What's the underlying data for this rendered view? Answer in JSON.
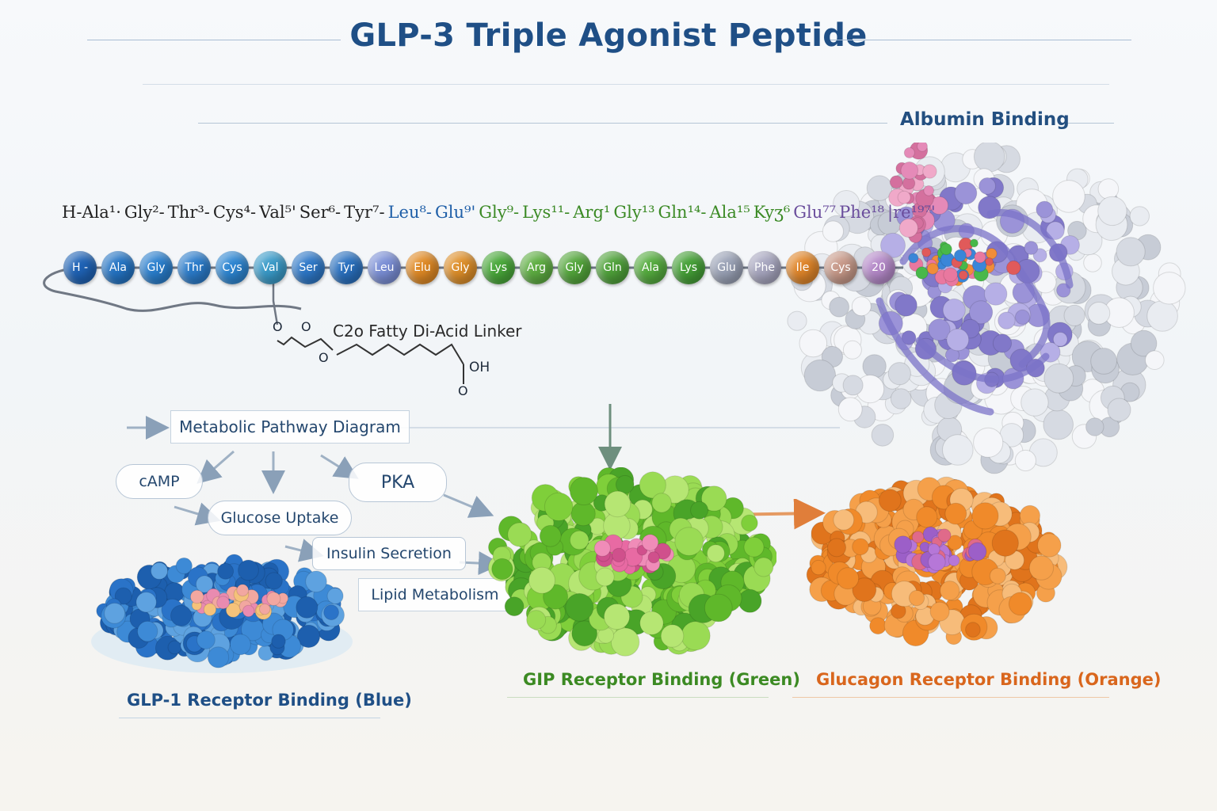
{
  "title": "GLP-3 Triple Agonist Peptide",
  "albumin_label": "Albumin Binding",
  "sequence_text": [
    "H-Ala¹·",
    "Gly²-",
    "Thr³-",
    "Cys⁴-",
    "Val⁵'",
    "Ser⁶-",
    "Tyr⁷-",
    "Leu⁸-",
    "Glu⁹'",
    "Gly⁹-",
    "Lys¹¹-",
    "Arg¹",
    "Gly¹³",
    "Gln¹⁴-",
    "Ala¹⁵",
    "Kyʒ⁶",
    "Glu⁷⁷",
    "Phe¹⁸",
    "|re¹⁹⁷'"
  ],
  "beads": [
    {
      "label": "H -",
      "color": "#1f63b6"
    },
    {
      "label": "Ala",
      "color": "#2474c4"
    },
    {
      "label": "Gly",
      "color": "#2a7fce"
    },
    {
      "label": "Thr",
      "color": "#2b7ccb"
    },
    {
      "label": "Cys",
      "color": "#2d86d2"
    },
    {
      "label": "Val",
      "color": "#3a9bc9"
    },
    {
      "label": "Ser",
      "color": "#2e78c8"
    },
    {
      "label": "Tyr",
      "color": "#2a71c0"
    },
    {
      "label": "Leu",
      "color": "#7b8fd6"
    },
    {
      "label": "Elu",
      "color": "#e08a25"
    },
    {
      "label": "Gly",
      "color": "#de8f2a"
    },
    {
      "label": "Lys",
      "color": "#49a83a"
    },
    {
      "label": "Arg",
      "color": "#5eae42"
    },
    {
      "label": "Gly",
      "color": "#53a63b"
    },
    {
      "label": "Gln",
      "color": "#4fa23a"
    },
    {
      "label": "Ala",
      "color": "#55ac3f"
    },
    {
      "label": "Lys",
      "color": "#45a037"
    },
    {
      "label": "Glu",
      "color": "#9aa2b6"
    },
    {
      "label": "Phe",
      "color": "#a7a6bf"
    },
    {
      "label": "Ile",
      "color": "#e0862a"
    },
    {
      "label": "Cys",
      "color": "#c89a8a"
    },
    {
      "label": "20",
      "color": "#b58ac9"
    }
  ],
  "linker_label": "C2o Fatty Di-Acid Linker",
  "chem": {
    "o1": "O",
    "o2": "O",
    "o3": "O",
    "oh": "OH",
    "o4": "O"
  },
  "pathway_title": "Metabolic Pathway Diagram",
  "pathway_nodes": {
    "camp": "cAMP",
    "pka": "PKA",
    "glucose": "Glucose Uptake",
    "insulin": "Insulin Secretion",
    "lipid": "Lipid Metabolism"
  },
  "receptors": {
    "glp1": {
      "label": "GLP-1 Receptor Binding (Blue)",
      "color": "#1f63b6"
    },
    "gip": {
      "label": "GIP Receptor Binding (Green)",
      "color": "#3c8a23"
    },
    "glucagon": {
      "label": "Glucagon Receptor Binding (Orange)",
      "color": "#d9661d"
    }
  }
}
